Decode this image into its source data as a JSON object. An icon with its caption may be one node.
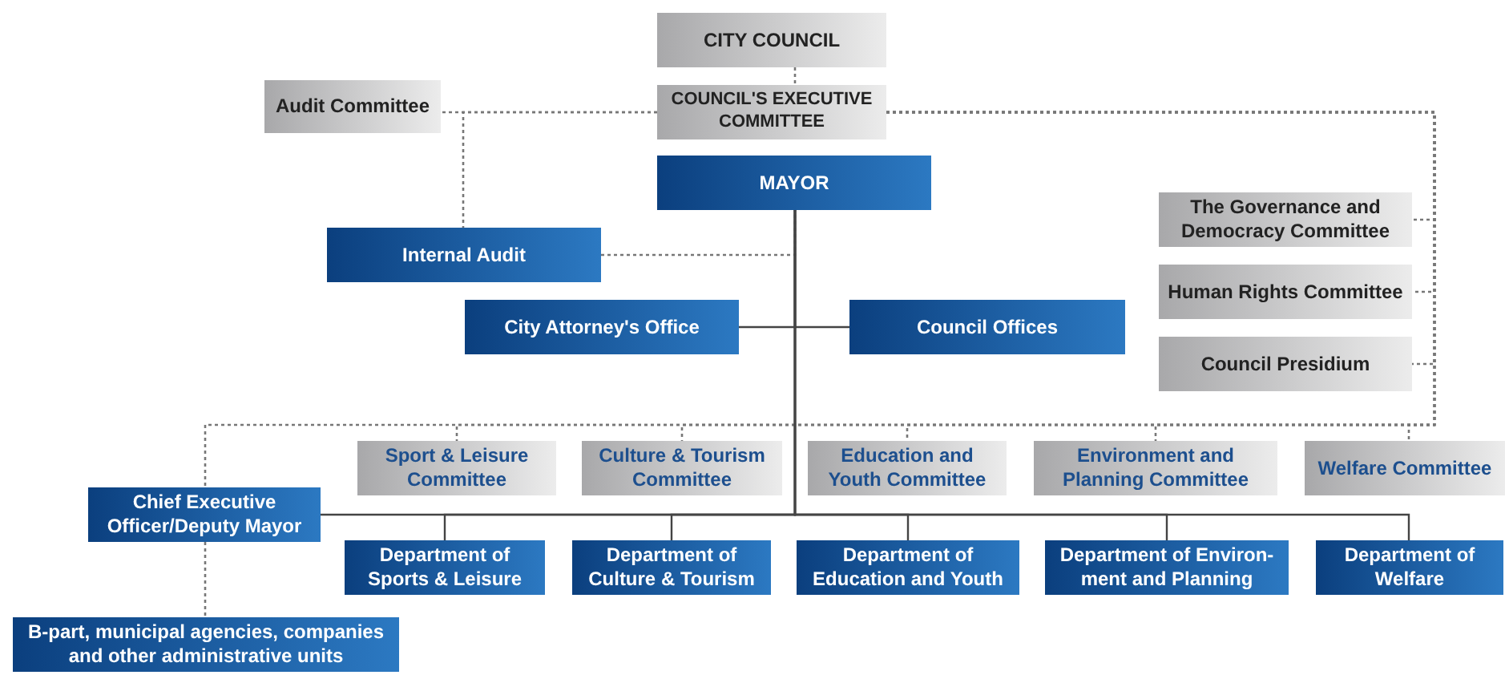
{
  "diagram": {
    "nodes": [
      {
        "text": [
          "CITY COUNCIL"
        ]
      },
      {
        "text": [
          "COUNCIL'S EXECUTIVE COMMITTEE"
        ]
      },
      {
        "text": [
          "Audit Committee"
        ]
      },
      {
        "text": [
          "MAYOR"
        ]
      },
      {
        "text": [
          "Internal Audit"
        ]
      },
      {
        "text": [
          "City Attorney's Office"
        ]
      },
      {
        "text": [
          "Council Offices"
        ]
      },
      {
        "text": [
          "The Governance and Democracy Committee"
        ]
      },
      {
        "text": [
          "Human Rights Committee"
        ]
      },
      {
        "text": [
          "Council Presidium"
        ]
      },
      {
        "text": [
          "Sport & Leisure Committee"
        ]
      },
      {
        "text": [
          "Culture & Tourism Committee"
        ]
      },
      {
        "text": [
          "Education and Youth Committee"
        ]
      },
      {
        "text": [
          "Environment and Planning Committee"
        ]
      },
      {
        "text": [
          "Welfare Committee"
        ]
      },
      {
        "text": [
          "Chief Executive Officer/Deputy Mayor"
        ]
      },
      {
        "text": [
          "Department of Sports & Leisure"
        ]
      },
      {
        "text": [
          "Department of Culture & Tourism"
        ]
      },
      {
        "text": [
          "Department of Education and Youth"
        ]
      },
      {
        "text": [
          "Department of Environ-ment and Planning"
        ]
      },
      {
        "text": [
          "Department of Welfare"
        ]
      },
      {
        "text": [
          "B-part, municipal agencies, companies and other administrative units"
        ]
      }
    ],
    "edges": [
      {
        "from": 0,
        "to": 1,
        "arrow": "none",
        "style": "dashed"
      },
      {
        "from": 1,
        "to": 2,
        "arrow": "none",
        "style": "dashed"
      },
      {
        "from": 1,
        "to": 4,
        "arrow": "none",
        "style": "dashed"
      },
      {
        "from": 4,
        "to": 3,
        "arrow": "none",
        "style": "dashed"
      },
      {
        "from": 1,
        "to": 7,
        "arrow": "none",
        "style": "dashed"
      },
      {
        "from": 1,
        "to": 8,
        "arrow": "none",
        "style": "dashed"
      },
      {
        "from": 1,
        "to": 9,
        "arrow": "none",
        "style": "dashed"
      },
      {
        "from": 1,
        "to": 10,
        "arrow": "none",
        "style": "dashed"
      },
      {
        "from": 1,
        "to": 11,
        "arrow": "none",
        "style": "dashed"
      },
      {
        "from": 1,
        "to": 12,
        "arrow": "none",
        "style": "dashed"
      },
      {
        "from": 1,
        "to": 13,
        "arrow": "none",
        "style": "dashed"
      },
      {
        "from": 1,
        "to": 14,
        "arrow": "none",
        "style": "dashed"
      },
      {
        "from": 1,
        "to": 15,
        "arrow": "none",
        "style": "dashed"
      },
      {
        "from": 15,
        "to": 21,
        "arrow": "none",
        "style": "dashed"
      },
      {
        "from": 3,
        "to": 5,
        "arrow": "none"
      },
      {
        "from": 3,
        "to": 6,
        "arrow": "none"
      },
      {
        "from": 3,
        "to": 15,
        "arrow": "none"
      },
      {
        "from": 3,
        "to": 16,
        "arrow": "none"
      },
      {
        "from": 3,
        "to": 17,
        "arrow": "none"
      },
      {
        "from": 3,
        "to": 18,
        "arrow": "none"
      },
      {
        "from": 3,
        "to": 19,
        "arrow": "none"
      },
      {
        "from": 3,
        "to": 20,
        "arrow": "none"
      }
    ]
  }
}
